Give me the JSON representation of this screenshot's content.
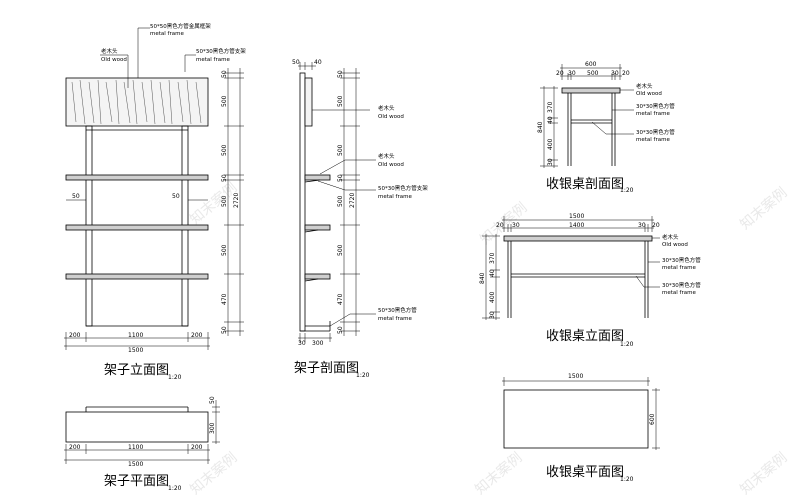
{
  "shelf_elevation": {
    "title": "架子立面图",
    "scale": "1:20",
    "callout_top": {
      "cn": "50*50黑色方管金属框架",
      "en": "metal frame"
    },
    "callout_wood": {
      "cn": "老木头",
      "en": "Old wood"
    },
    "callout_frame": {
      "cn": "50*30黑色方管支架",
      "en": "metal frame"
    },
    "side_dims": [
      "50",
      "500",
      "500",
      "50",
      "500",
      "500",
      "470",
      "50"
    ],
    "total_height": "2720",
    "inner_left": "50",
    "inner_right": "50",
    "bottom_dims": [
      "200",
      "1100",
      "200"
    ],
    "total_width": "1500"
  },
  "shelf_section": {
    "title": "架子剖面图",
    "scale": "1:20",
    "top_dims": [
      "50",
      "40"
    ],
    "side_dims": [
      "50",
      "500",
      "500",
      "50",
      "500",
      "500",
      "470",
      "50"
    ],
    "total_height": "2720",
    "callout_wood_top": {
      "cn": "老木头",
      "en": "Old wood"
    },
    "callout_wood_mid": {
      "cn": "老木头",
      "en": "Old wood"
    },
    "callout_frame_mid": {
      "cn": "50*30黑色方管支架",
      "en": "metal frame"
    },
    "callout_frame_low": {
      "cn": "50*30黑色方管",
      "en": "metal frame"
    },
    "bottom_dims": [
      "30",
      "300"
    ]
  },
  "shelf_plan": {
    "title": "架子平面图",
    "scale": "1:20",
    "side_dims": [
      "50",
      "300"
    ],
    "bottom_dims": [
      "200",
      "1100",
      "200"
    ],
    "total_width": "1500"
  },
  "desk_section": {
    "title": "收银桌剖面图",
    "scale": "1:20",
    "top_total": "600",
    "top_dims": [
      "20",
      "30",
      "500",
      "30",
      "20"
    ],
    "side_dims": [
      "370",
      "40",
      "400",
      "30"
    ],
    "total_height": "840",
    "callout_wood": {
      "cn": "老木头",
      "en": "Old wood"
    },
    "callout_frame1": {
      "cn": "30*30黑色方管",
      "en": "metal frame"
    },
    "callout_frame2": {
      "cn": "30*30黑色方管",
      "en": "metal frame"
    }
  },
  "desk_elevation": {
    "title": "收银桌立面图",
    "scale": "1:20",
    "top_total": "1500",
    "top_dims": [
      "20",
      "30",
      "1400",
      "30",
      "20"
    ],
    "side_dims": [
      "370",
      "40",
      "400",
      "30"
    ],
    "total_height": "840",
    "callout_wood": {
      "cn": "老木头",
      "en": "Old wood"
    },
    "callout_frame1": {
      "cn": "30*30黑色方管",
      "en": "metal frame"
    },
    "callout_frame2": {
      "cn": "30*30黑色方管",
      "en": "metal frame"
    }
  },
  "desk_plan": {
    "title": "收银桌平面图",
    "scale": "1:20",
    "width": "1500",
    "depth": "600"
  },
  "watermark": "知末案例"
}
